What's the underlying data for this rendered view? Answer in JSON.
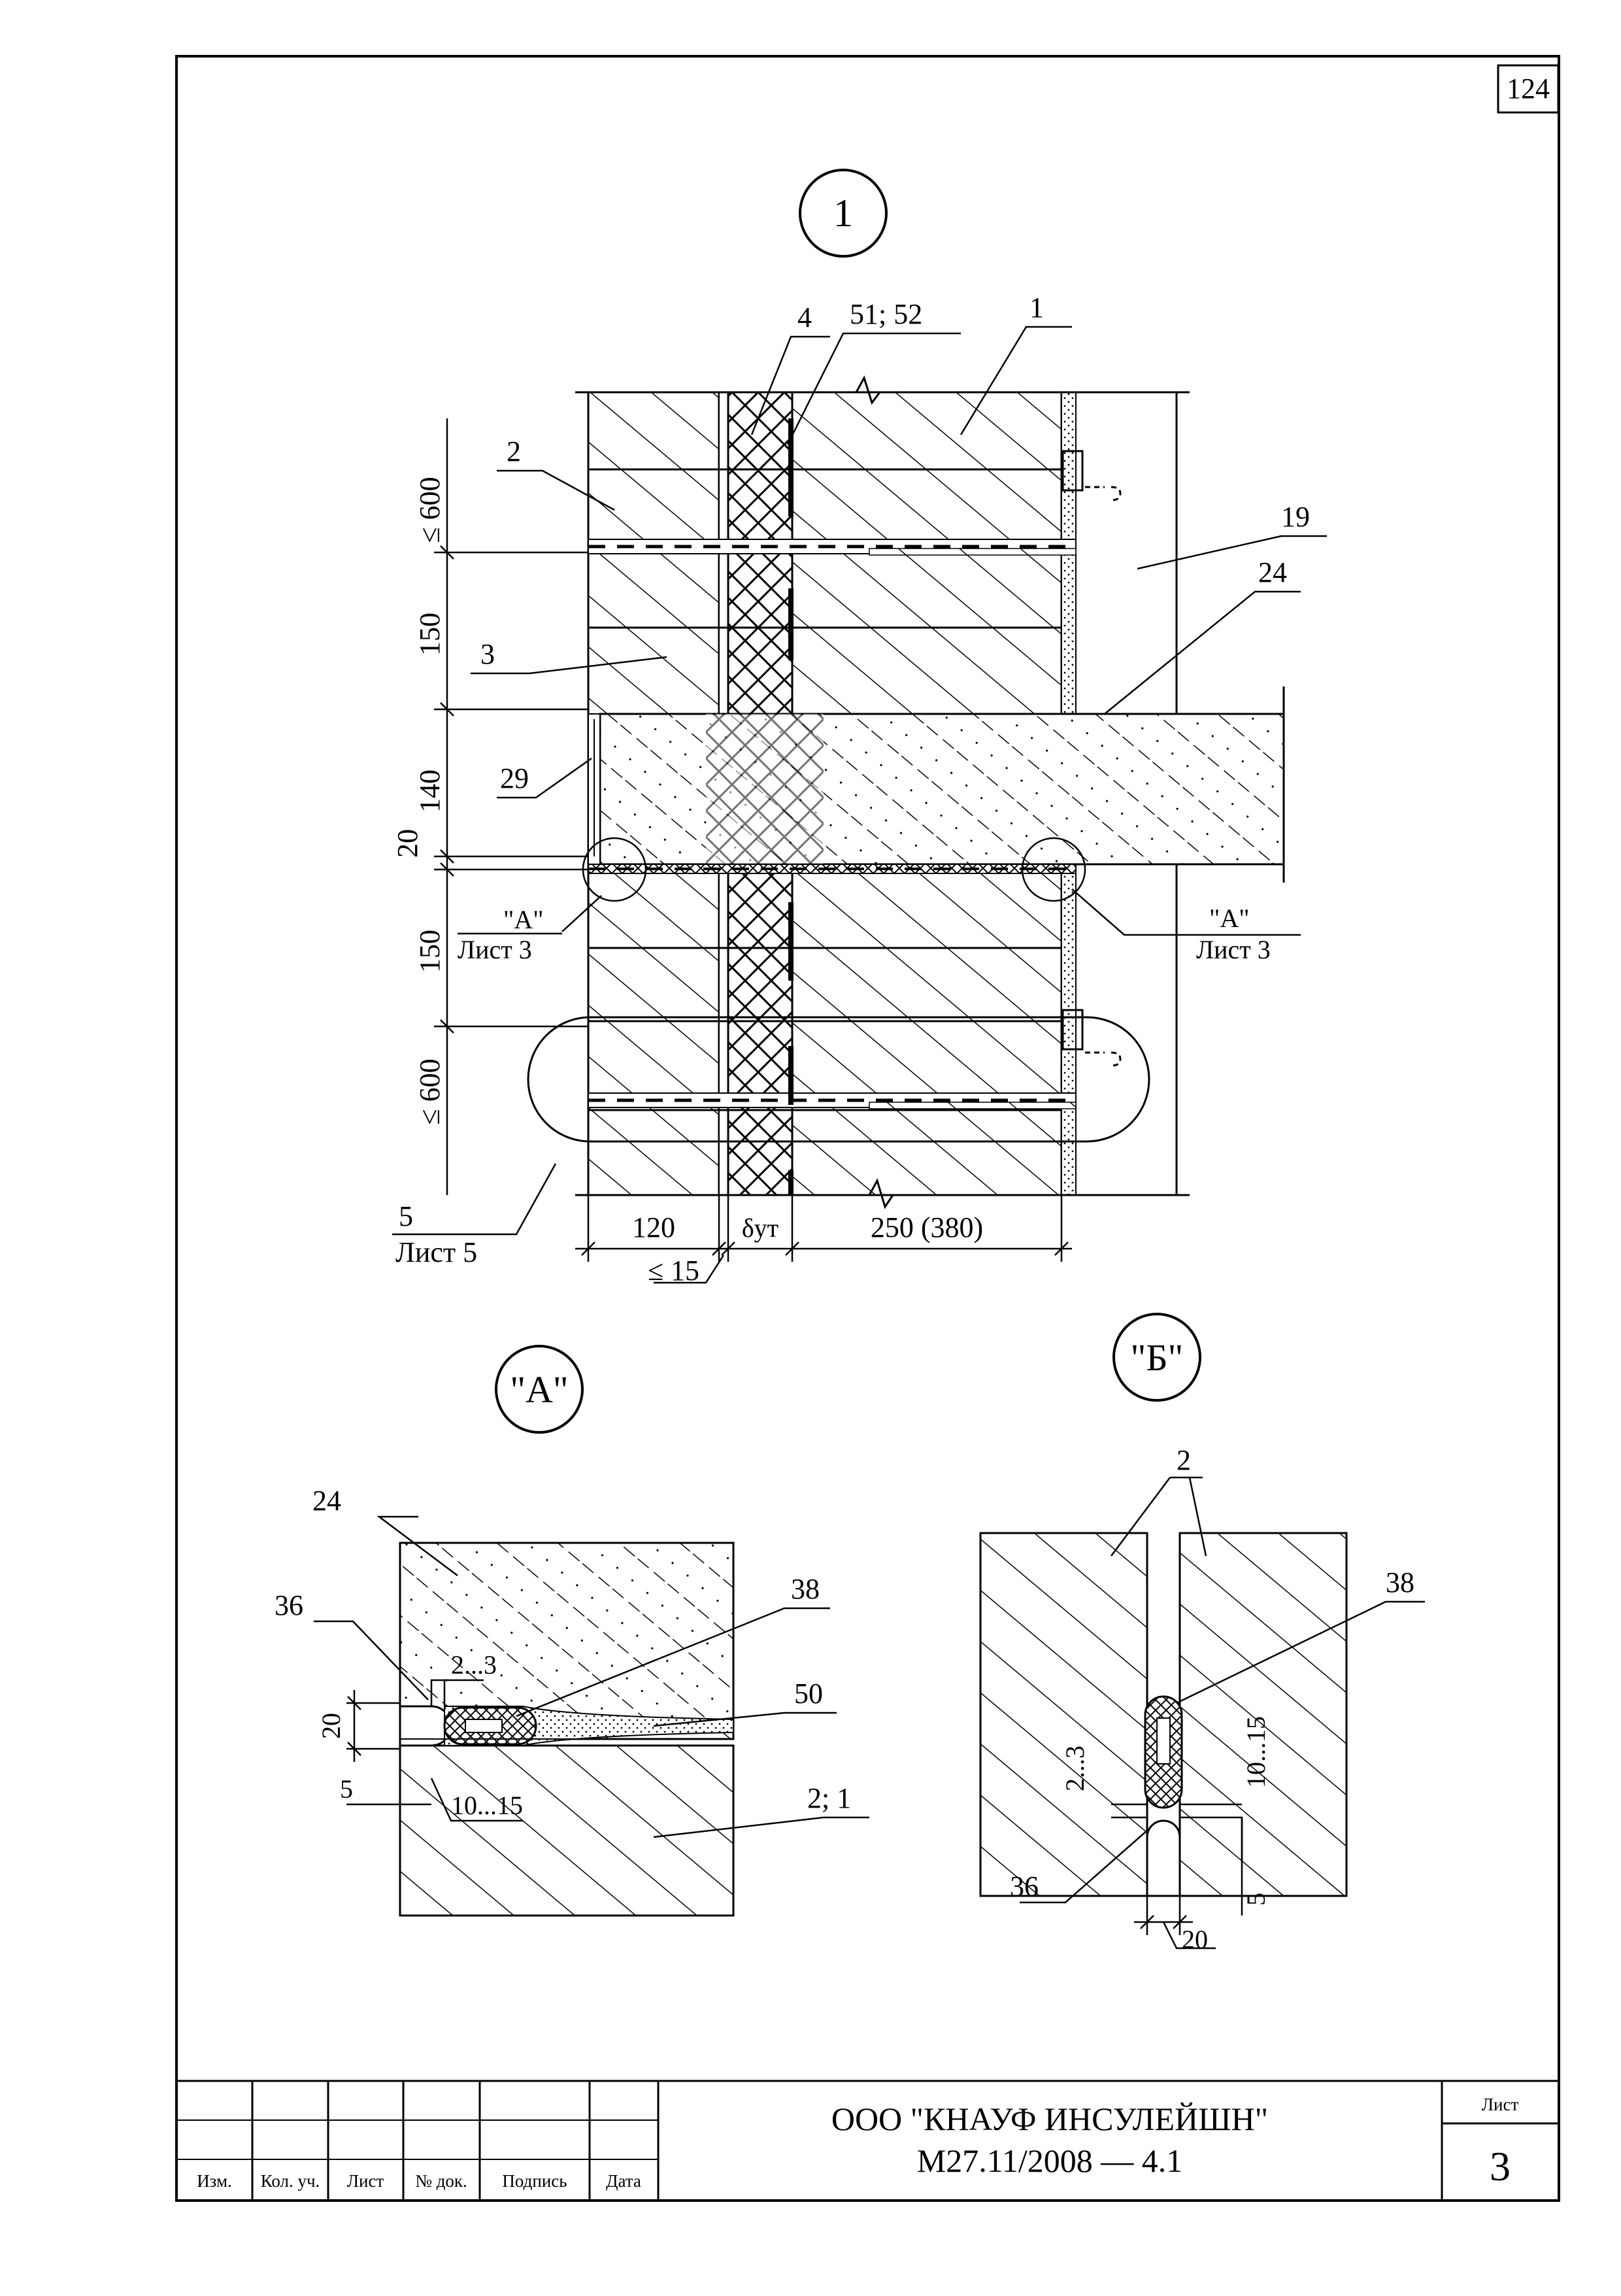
{
  "page": {
    "number": "124"
  },
  "main_section": {
    "marker": "1",
    "leaders": {
      "l4": "4",
      "l51_52": "51; 52",
      "l1": "1",
      "l2": "2",
      "l19": "19",
      "l24": "24",
      "l3": "3",
      "l29": "29",
      "l5": "5",
      "l5_sheet": "Лист 5",
      "ref_a_left": "\"А\"",
      "ref_a_left_sheet": "Лист 3",
      "ref_a_right": "\"А\"",
      "ref_a_right_sheet": "Лист 3"
    },
    "dims": {
      "d600_top": "≤ 600",
      "d150_top": "150",
      "d140": "140",
      "d20": "20",
      "d150_bottom": "150",
      "d600_bottom": "≤ 600",
      "d120": "120",
      "d_ins": "δут",
      "d250": "250 (380)",
      "d15": "≤ 15"
    }
  },
  "detail_a": {
    "marker": "\"А\"",
    "leaders": {
      "l24": "24",
      "l36": "36",
      "l38": "38",
      "l50": "50",
      "l2_1": "2; 1"
    },
    "dims": {
      "d2_3": "2...3",
      "d20": "20",
      "d5": "5",
      "d10_15": "10...15"
    }
  },
  "detail_b": {
    "marker": "\"Б\"",
    "leaders": {
      "l2": "2",
      "l38": "38",
      "l36": "36"
    },
    "dims": {
      "d2_3": "2...3",
      "d10_15": "10...15",
      "d5": "5",
      "d20": "20"
    }
  },
  "title_block": {
    "company": "ООО \"КНАУФ ИНСУЛЕЙШН\"",
    "code": "М27.11/2008 — 4.1",
    "sheet_label": "Лист",
    "sheet_number": "3",
    "columns": [
      "Изм.",
      "Кол. уч.",
      "Лист",
      "№ док.",
      "Подпись",
      "Дата"
    ]
  }
}
